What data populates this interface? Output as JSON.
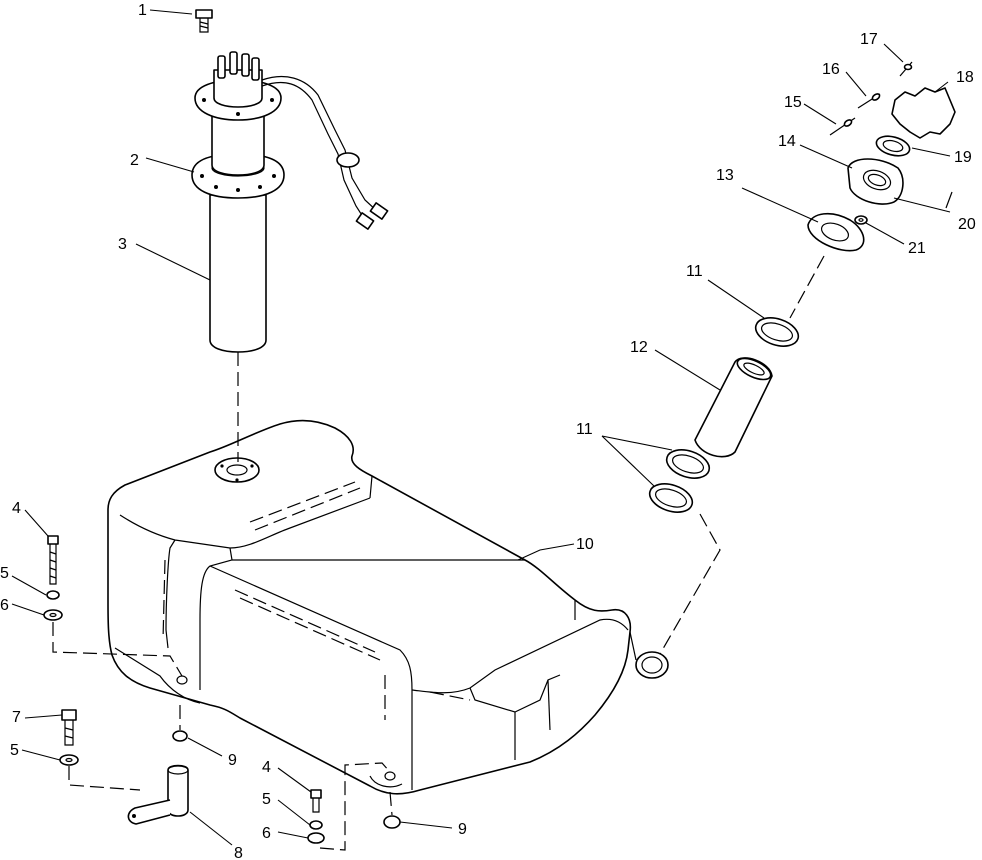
{
  "callouts": [
    {
      "id": "1",
      "label": "1"
    },
    {
      "id": "2",
      "label": "2"
    },
    {
      "id": "3",
      "label": "3"
    },
    {
      "id": "4a",
      "label": "4"
    },
    {
      "id": "4b",
      "label": "4"
    },
    {
      "id": "5a",
      "label": "5"
    },
    {
      "id": "5b",
      "label": "5"
    },
    {
      "id": "5c",
      "label": "5"
    },
    {
      "id": "6a",
      "label": "6"
    },
    {
      "id": "6b",
      "label": "6"
    },
    {
      "id": "7",
      "label": "7"
    },
    {
      "id": "8",
      "label": "8"
    },
    {
      "id": "9a",
      "label": "9"
    },
    {
      "id": "9b",
      "label": "9"
    },
    {
      "id": "10",
      "label": "10"
    },
    {
      "id": "11a",
      "label": "11"
    },
    {
      "id": "11b",
      "label": "11"
    },
    {
      "id": "12",
      "label": "12"
    },
    {
      "id": "13",
      "label": "13"
    },
    {
      "id": "14",
      "label": "14"
    },
    {
      "id": "15",
      "label": "15"
    },
    {
      "id": "16",
      "label": "16"
    },
    {
      "id": "17",
      "label": "17"
    },
    {
      "id": "18",
      "label": "18"
    },
    {
      "id": "19",
      "label": "19"
    },
    {
      "id": "20",
      "label": "20"
    },
    {
      "id": "21",
      "label": "21"
    }
  ]
}
